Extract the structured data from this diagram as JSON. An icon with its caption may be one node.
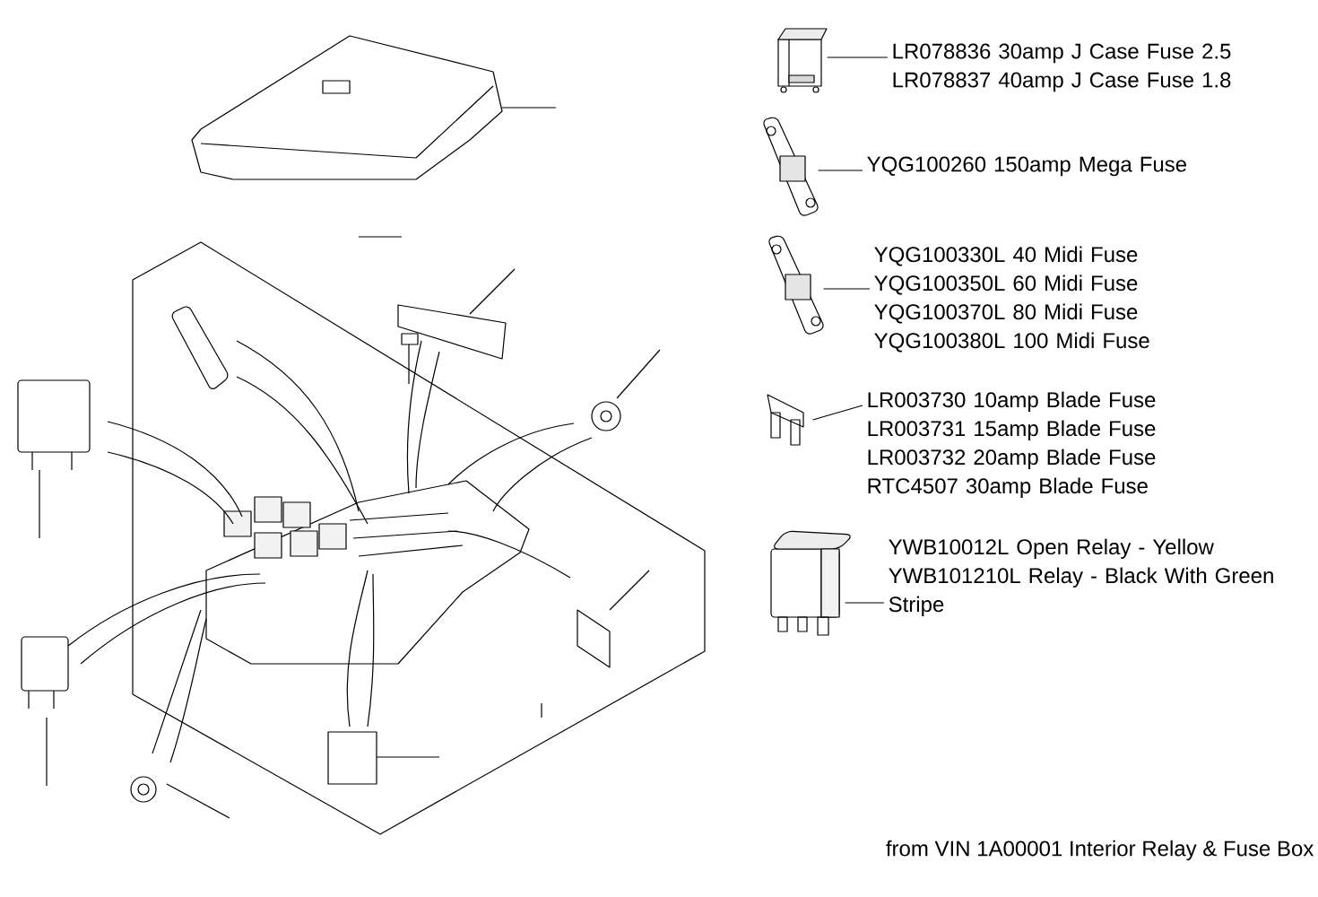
{
  "diagram": {
    "caption": "from VIN 1A00001 Interior Relay & Fuse Box",
    "nodes": [
      {
        "text": [
          "LR078836 30amp J Case Fuse 2.5",
          "LR078837 40amp J Case Fuse 1.8"
        ]
      },
      {
        "text": [
          "YQG100260 150amp Mega Fuse"
        ]
      },
      {
        "text": [
          "YQG100330L 40 Midi Fuse",
          "YQG100350L 60 Midi Fuse",
          "YQG100370L 80 Midi Fuse",
          "YQG100380L 100 Midi Fuse"
        ]
      },
      {
        "text": [
          "LR003730 10amp Blade Fuse",
          "LR003731 15amp Blade Fuse",
          "LR003732 20amp Blade Fuse",
          "RTC4507 30amp Blade Fuse"
        ]
      },
      {
        "text": [
          "YWB10012L Open Relay - Yellow",
          "YWB101210L Relay - Black With Green Stripe"
        ]
      },
      {
        "text": [],
        "shape": "picture"
      },
      {
        "text": [],
        "shape": "picture"
      },
      {
        "text": [],
        "shape": "picture"
      },
      {
        "text": [],
        "shape": "picture"
      },
      {
        "text": [],
        "shape": "picture"
      }
    ],
    "edges": [
      {
        "from": 0,
        "to": 5,
        "arrow": "none"
      },
      {
        "from": 1,
        "to": 6,
        "arrow": "none"
      },
      {
        "from": 2,
        "to": 7,
        "arrow": "none"
      },
      {
        "from": 3,
        "to": 8,
        "arrow": "none"
      },
      {
        "from": 4,
        "to": 9,
        "arrow": "none"
      }
    ]
  }
}
